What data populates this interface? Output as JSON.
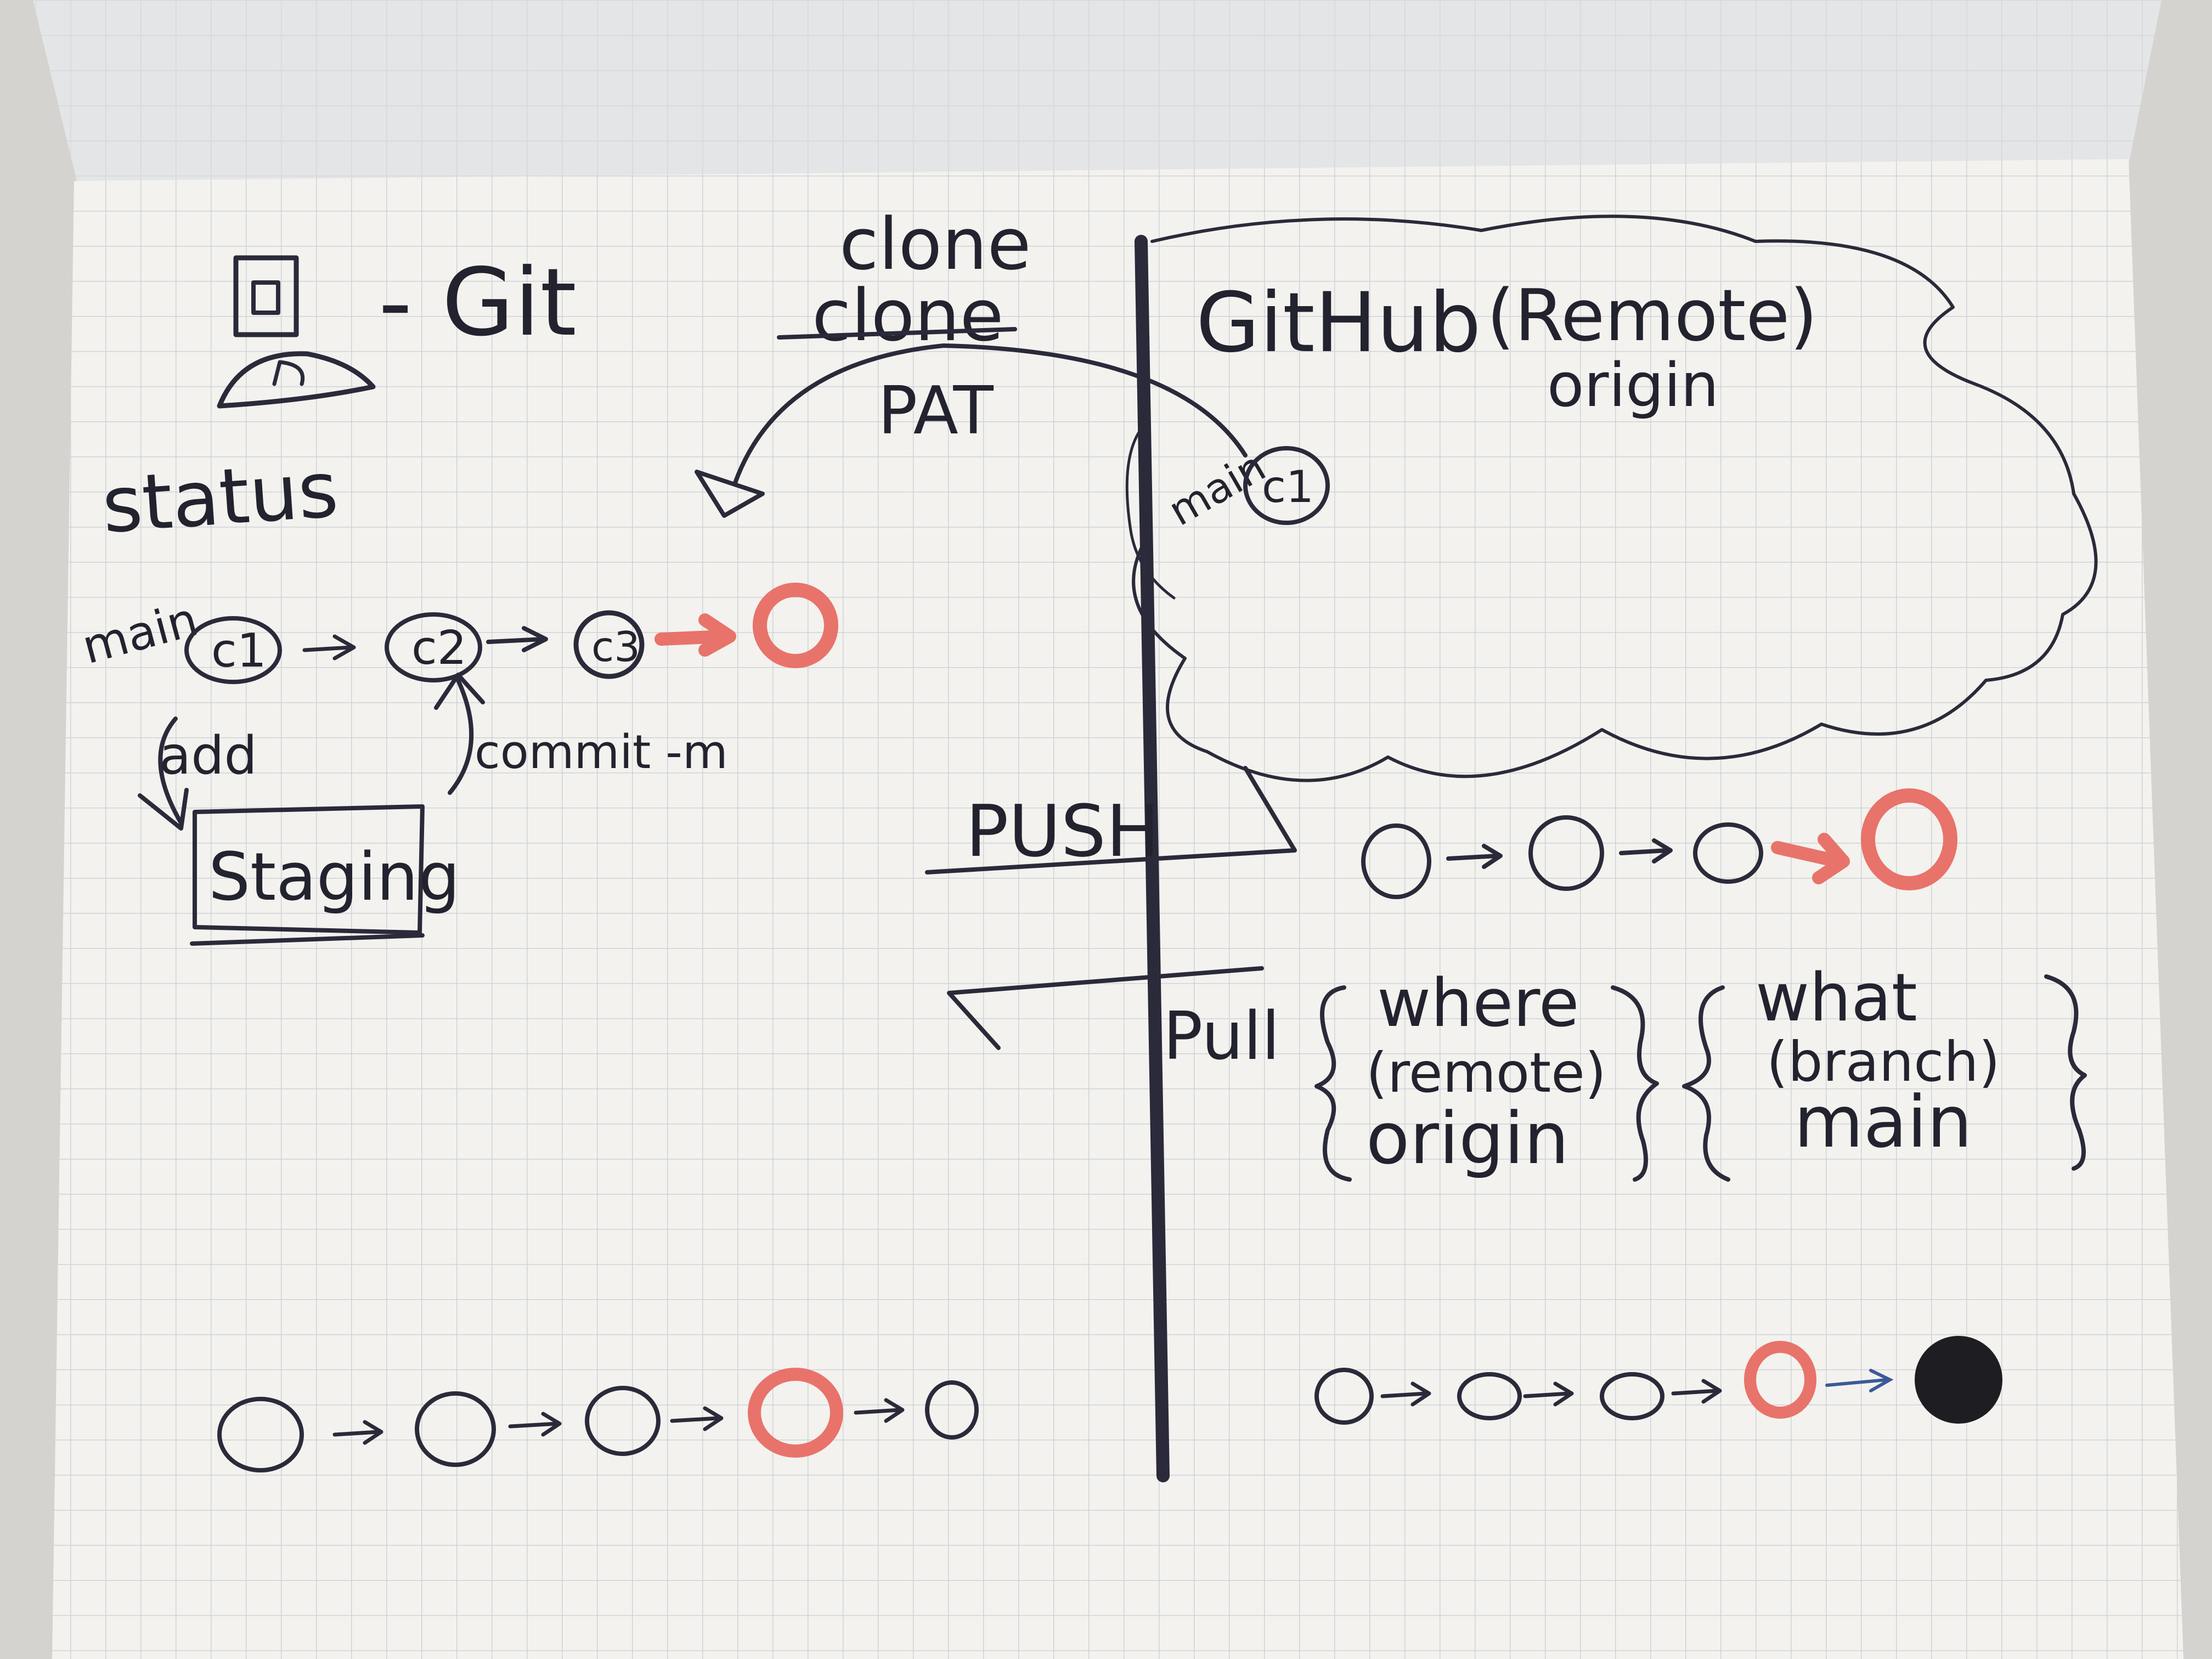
{
  "notes": {
    "git_label": "- Git",
    "status": "status",
    "clone": "clone",
    "clone_struck": "clone",
    "pat": "PAT",
    "github_title": "GitHub",
    "remote_label": "(Remote)",
    "origin_label": "origin",
    "main_remote": "main",
    "c1_remote": "c1",
    "main_local": "main",
    "c1": "c1",
    "c2": "c2",
    "c3": "c3",
    "add": "add",
    "commit": "commit -m",
    "staging": "Staging",
    "push": "PUSH",
    "pull": "Pull",
    "where": "where",
    "where_sub": "(remote)",
    "where_value": "origin",
    "what": "what",
    "what_sub": "(branch)",
    "what_value": "main"
  },
  "colors": {
    "ink": "#2a2a3a",
    "highlight_red": "#e8736b",
    "paper": "#f1f0ec",
    "grid": "#cfd2d8"
  }
}
